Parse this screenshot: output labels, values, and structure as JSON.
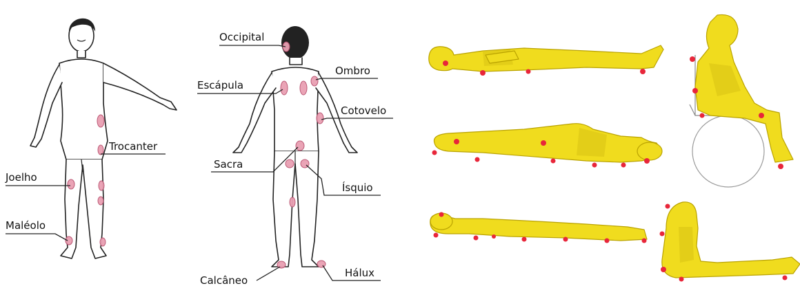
{
  "colors": {
    "pressure_point": "#e8263a",
    "body_fill": "#f0dc1e",
    "spot_fill": "#e9a0b3"
  },
  "front_figure": {
    "labels": {
      "trocanter": "Trocanter",
      "joelho": "Joelho",
      "maleolo": "Maléolo"
    }
  },
  "back_figure": {
    "labels": {
      "occipital": "Occipital",
      "ombro": "Ombro",
      "escapula": "Escápula",
      "cotovelo": "Cotovelo",
      "sacra": "Sacra",
      "isquio": "Ísquio",
      "calcaneo": "Calcâneo",
      "halux": "Hálux"
    }
  },
  "positions": [
    "supine",
    "lateral",
    "prone",
    "seated-wheelchair",
    "long-sitting"
  ]
}
